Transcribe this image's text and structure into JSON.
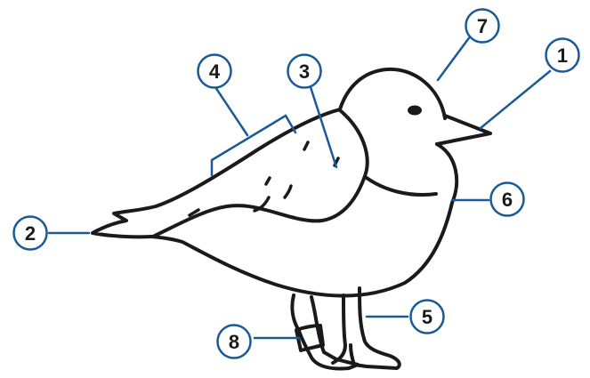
{
  "diagram": {
    "colors": {
      "outline": "#1a1a1a",
      "accent": "#1a5a96",
      "background": "#ffffff"
    },
    "callouts": [
      {
        "id": "1",
        "label": "1"
      },
      {
        "id": "2",
        "label": "2"
      },
      {
        "id": "3",
        "label": "3"
      },
      {
        "id": "4",
        "label": "4"
      },
      {
        "id": "5",
        "label": "5"
      },
      {
        "id": "6",
        "label": "6"
      },
      {
        "id": "7",
        "label": "7"
      },
      {
        "id": "8",
        "label": "8"
      }
    ]
  }
}
